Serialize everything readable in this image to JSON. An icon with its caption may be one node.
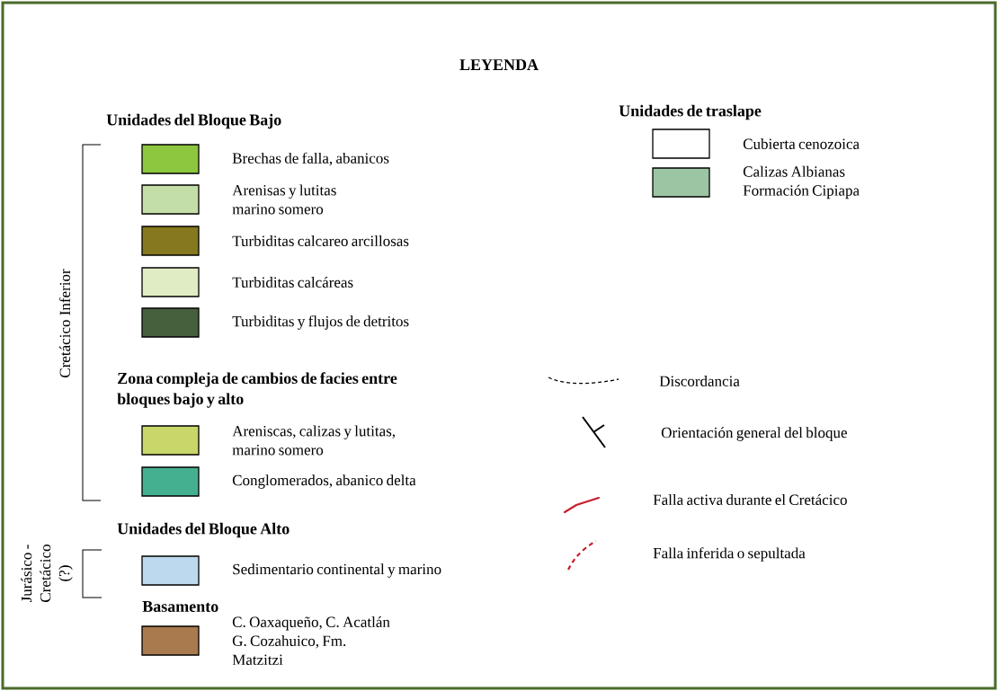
{
  "diagram": {
    "title": "LEYENDA",
    "labels": [
      "Unidades del Bloque Bajo",
      "Unidades de traslape",
      "Cretácico Inferior",
      "Zona compleja de cambios de facies entre bloques bajo y alto",
      "Unidades del Bloque Alto",
      "Jurásico - Cretácico (?)",
      "Basamento"
    ],
    "legend": [
      {
        "text": "Brechas de falla, abanicos",
        "color": "#8dc63f"
      },
      {
        "text": "Arenisas y lutitas marino somero",
        "color": "#c3dea6"
      },
      {
        "text": "Turbiditas calcareo arcillosas",
        "color": "#85781e"
      },
      {
        "text": "Turbiditas calcáreas",
        "color": "#e0ecc3"
      },
      {
        "text": "Turbiditas y flujos de detritos",
        "color": "#465f3d"
      },
      {
        "text": "Areniscas, calizas y lutitas, marino somero",
        "color": "#c8d66a"
      },
      {
        "text": "Conglomerados, abanico delta",
        "color": "#45b08f"
      },
      {
        "text": "Sedimentario continental y marino",
        "color": "#bcd9ee"
      },
      {
        "text": "C. Oaxaqueño, C. Acatlán G. Cozahuico, Fm. Matzitzi",
        "color": "#a97a4e"
      },
      {
        "text": "Cubierta cenozoica"
      },
      {
        "text": "Calizas Albianas Formación Cipiapa",
        "color": "#9cc5a4"
      },
      {
        "text": "Discordancia"
      },
      {
        "text": "Orientación general del bloque"
      },
      {
        "text": "Falla activa durante el Cretácico"
      },
      {
        "text": "Falla inferida o sepultada"
      }
    ]
  }
}
